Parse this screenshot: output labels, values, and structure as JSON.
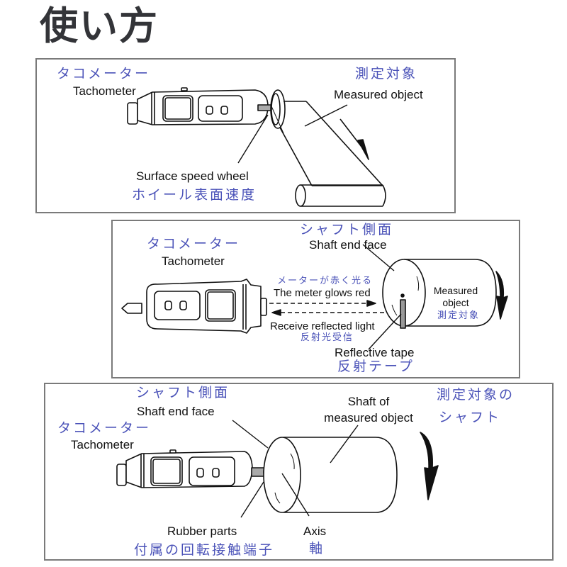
{
  "page_title": "使い方",
  "accent_color": "#4a52b8",
  "panels": [
    {
      "id": "surface-speed",
      "labels": {
        "tachometer_jp": "タコメーター",
        "tachometer_en": "Tachometer",
        "measured_object_jp": "測定対象",
        "measured_object_en": "Measured object",
        "wheel_en": "Surface speed wheel",
        "wheel_jp": "ホイール表面速度"
      }
    },
    {
      "id": "optical",
      "labels": {
        "shaft_face_jp": "シャフト側面",
        "shaft_face_en": "Shaft end face",
        "tachometer_jp": "タコメーター",
        "tachometer_en": "Tachometer",
        "glow_jp": "メーターが赤く光る",
        "glow_en": "The meter glows red",
        "receive_en": "Receive reflected light",
        "receive_jp": "反射光受信",
        "measured_en_line1": "Measured",
        "measured_en_line2": "object",
        "measured_jp": "測定対象",
        "tape_en": "Reflective tape",
        "tape_jp": "反射テープ"
      }
    },
    {
      "id": "contact",
      "labels": {
        "shaft_face_jp": "シャフト側面",
        "shaft_face_en": "Shaft end face",
        "tachometer_jp": "タコメーター",
        "tachometer_en": "Tachometer",
        "shaft_of_en_line1": "Shaft of",
        "shaft_of_en_line2": "measured object",
        "shaft_of_jp_line1": "測定対象の",
        "shaft_of_jp_line2": "シャフト",
        "rubber_en": "Rubber parts",
        "rubber_jp": "付属の回転接触端子",
        "axis_en": "Axis",
        "axis_jp": "軸"
      }
    }
  ]
}
